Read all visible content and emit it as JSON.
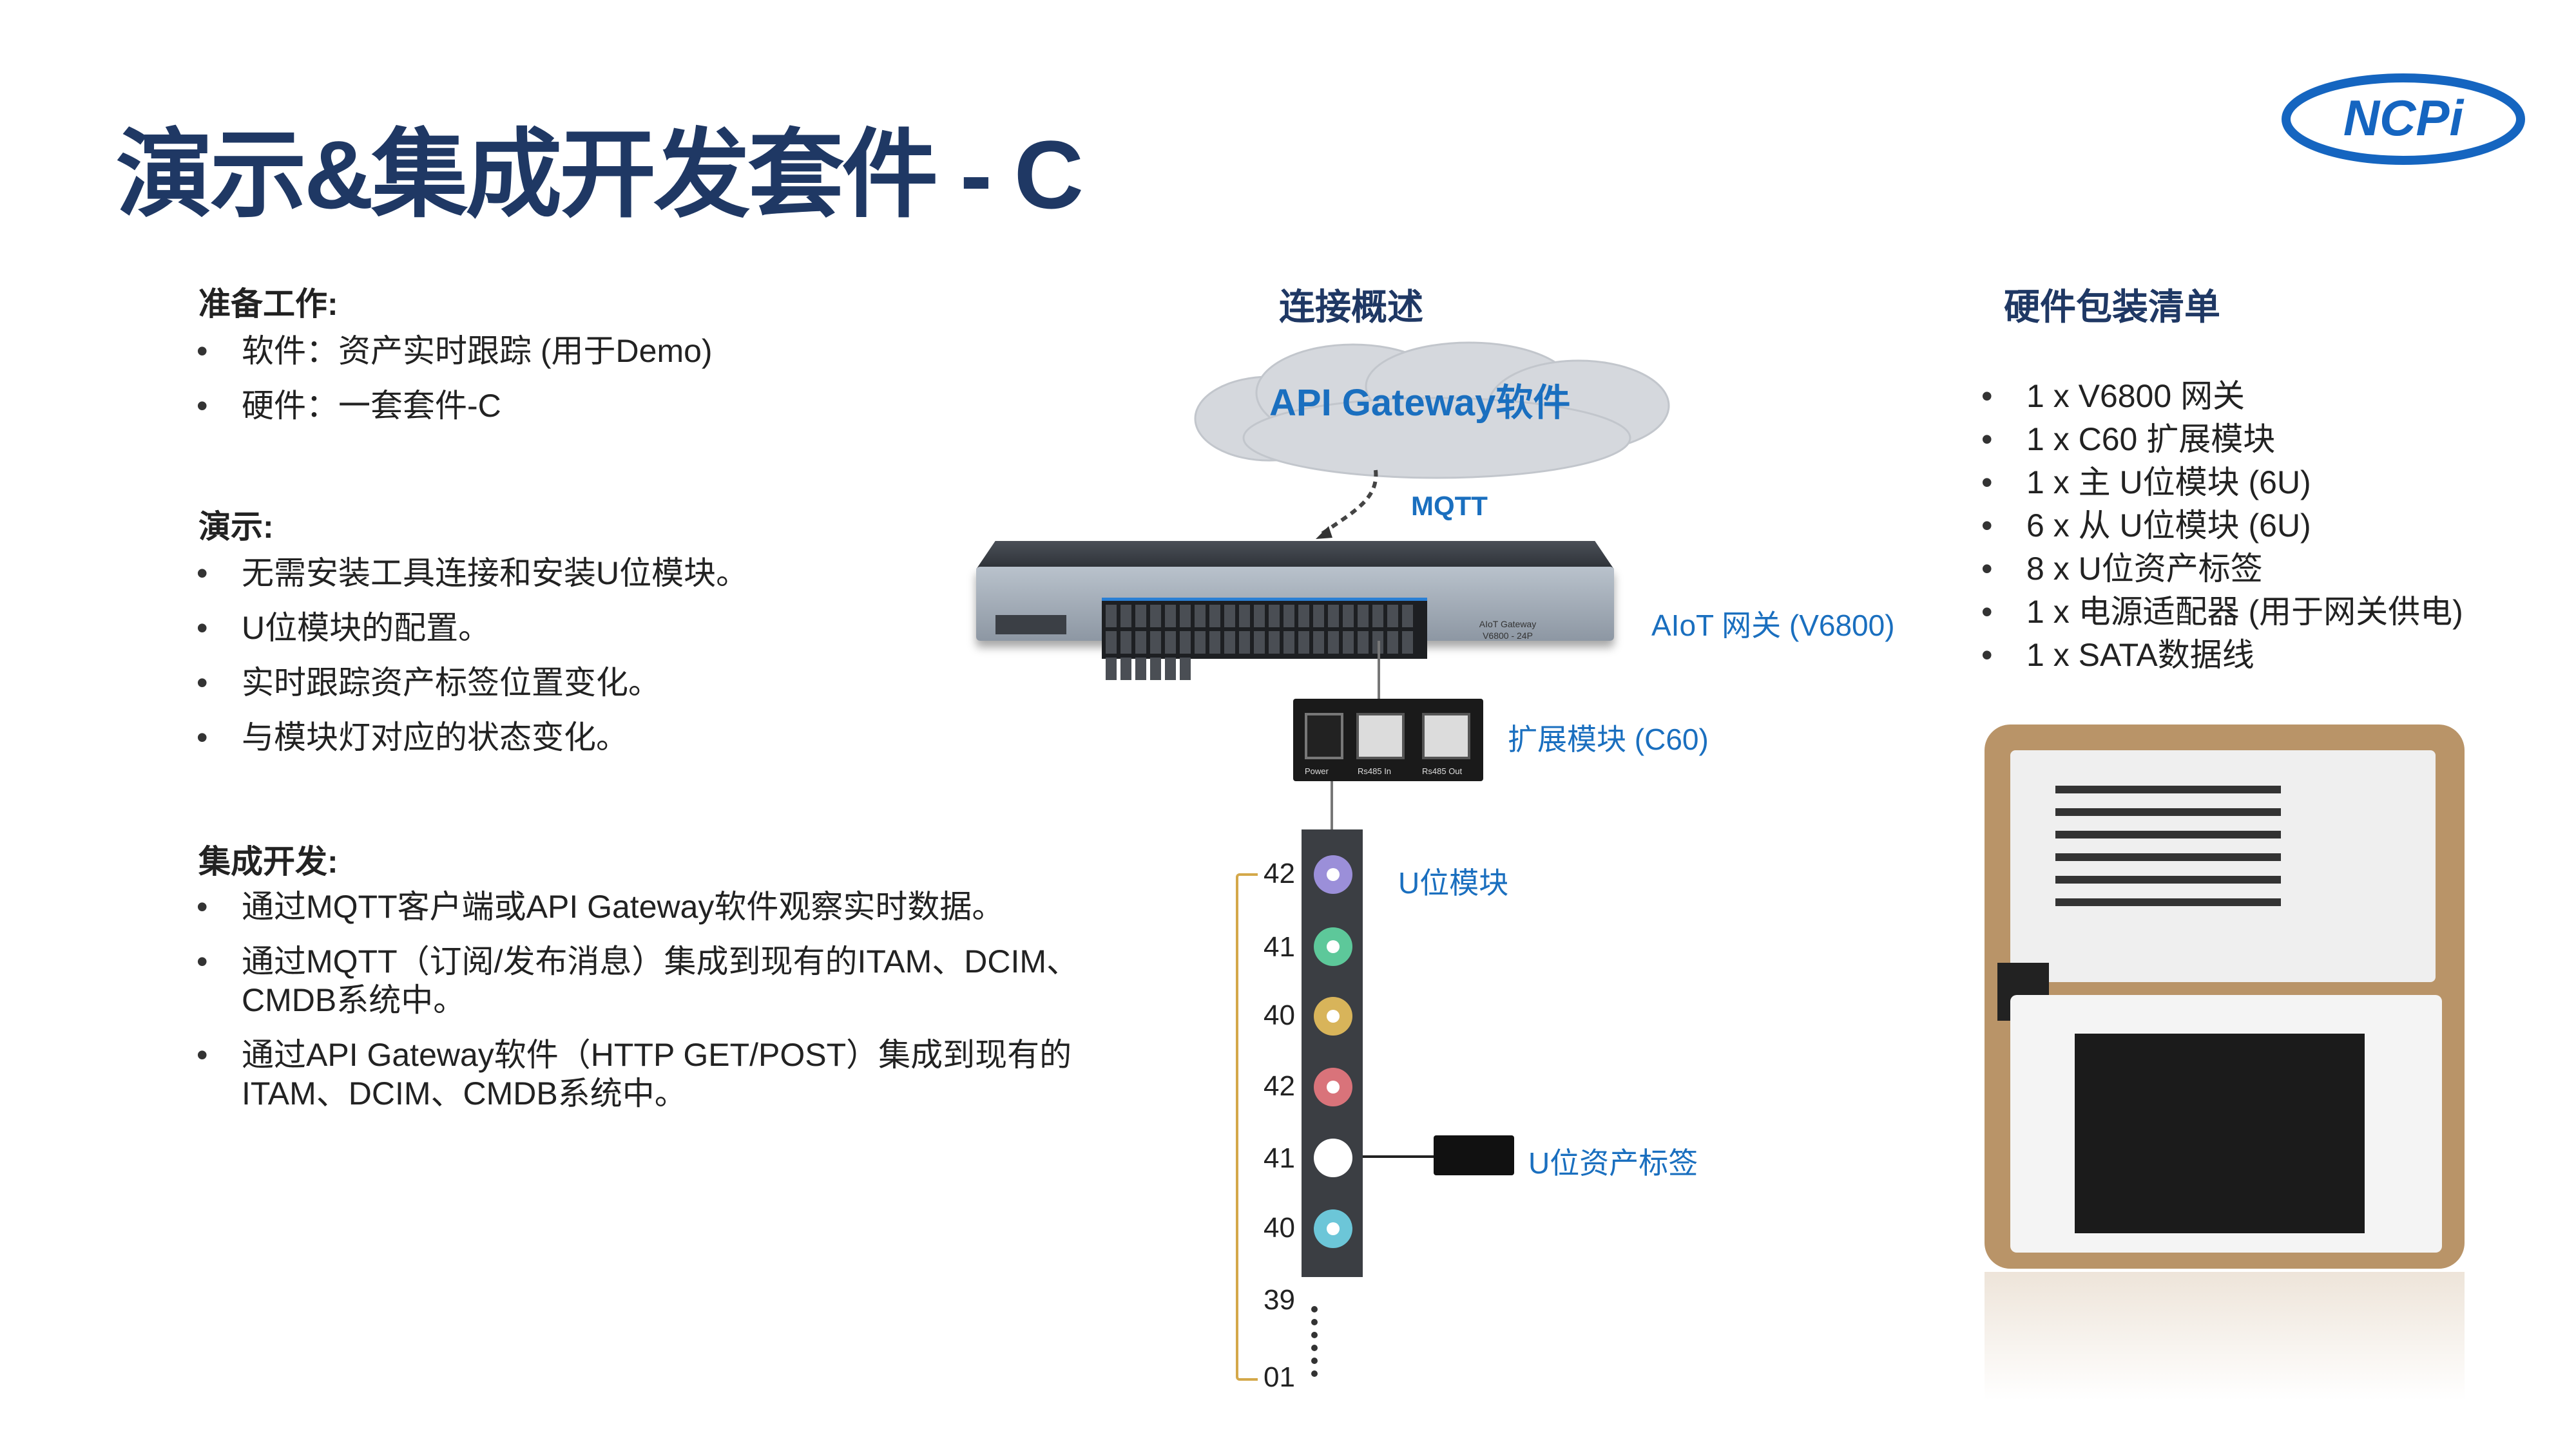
{
  "title": "演示&集成开发套件 - C",
  "logo_text": "NCPi",
  "left": {
    "prep": {
      "heading": "准备工作:",
      "items": [
        "软件：资产实时跟踪 (用于Demo)",
        "硬件：一套套件-C"
      ]
    },
    "demo": {
      "heading": "演示:",
      "items": [
        "无需安装工具连接和安装U位模块。",
        "U位模块的配置。",
        "实时跟踪资产标签位置变化。",
        "与模块灯对应的状态变化。"
      ]
    },
    "integration": {
      "heading": "集成开发:",
      "items": [
        "通过MQTT客户端或API Gateway软件观察实时数据。",
        "通过MQTT（订阅/发布消息）集成到现有的ITAM、DCIM、CMDB系统中。",
        "通过API Gateway软件（HTTP GET/POST）集成到现有的ITAM、DCIM、CMDB系统中。"
      ]
    }
  },
  "center": {
    "heading": "连接概述",
    "cloud_label": "API Gateway软件",
    "mqtt_label": "MQTT",
    "gateway_label": "AIoT 网关 (V6800)",
    "gateway_device_text": [
      "AIoT Gateway",
      "V6800 - 24P"
    ],
    "expansion_label": "扩展模块 (C60)",
    "expansion_ports": [
      "Power",
      "Rs485 In",
      "Rs485 Out"
    ],
    "u_module_label": "U位模块",
    "asset_tag_label": "U位资产标签",
    "u_numbers": [
      "42",
      "41",
      "40",
      "42",
      "41",
      "40",
      "39",
      "01"
    ],
    "led_colors": [
      "#9b8fd9",
      "#5dc89a",
      "#d8b45a",
      "#d9737a",
      "#ffffff",
      "#6cc6d8"
    ]
  },
  "right": {
    "heading": "硬件包装清单",
    "items": [
      "1 x V6800 网关",
      "1 x C60 扩展模块",
      "1 x 主 U位模块 (6U)",
      "6 x 从 U位模块 (6U)",
      "8 x U位资产标签",
      "1 x 电源适配器 (用于网关供电)",
      "1 x SATA数据线"
    ]
  },
  "colors": {
    "title": "#1f3864",
    "accent_blue": "#1a6fbf",
    "logo_blue": "#1565c0"
  }
}
